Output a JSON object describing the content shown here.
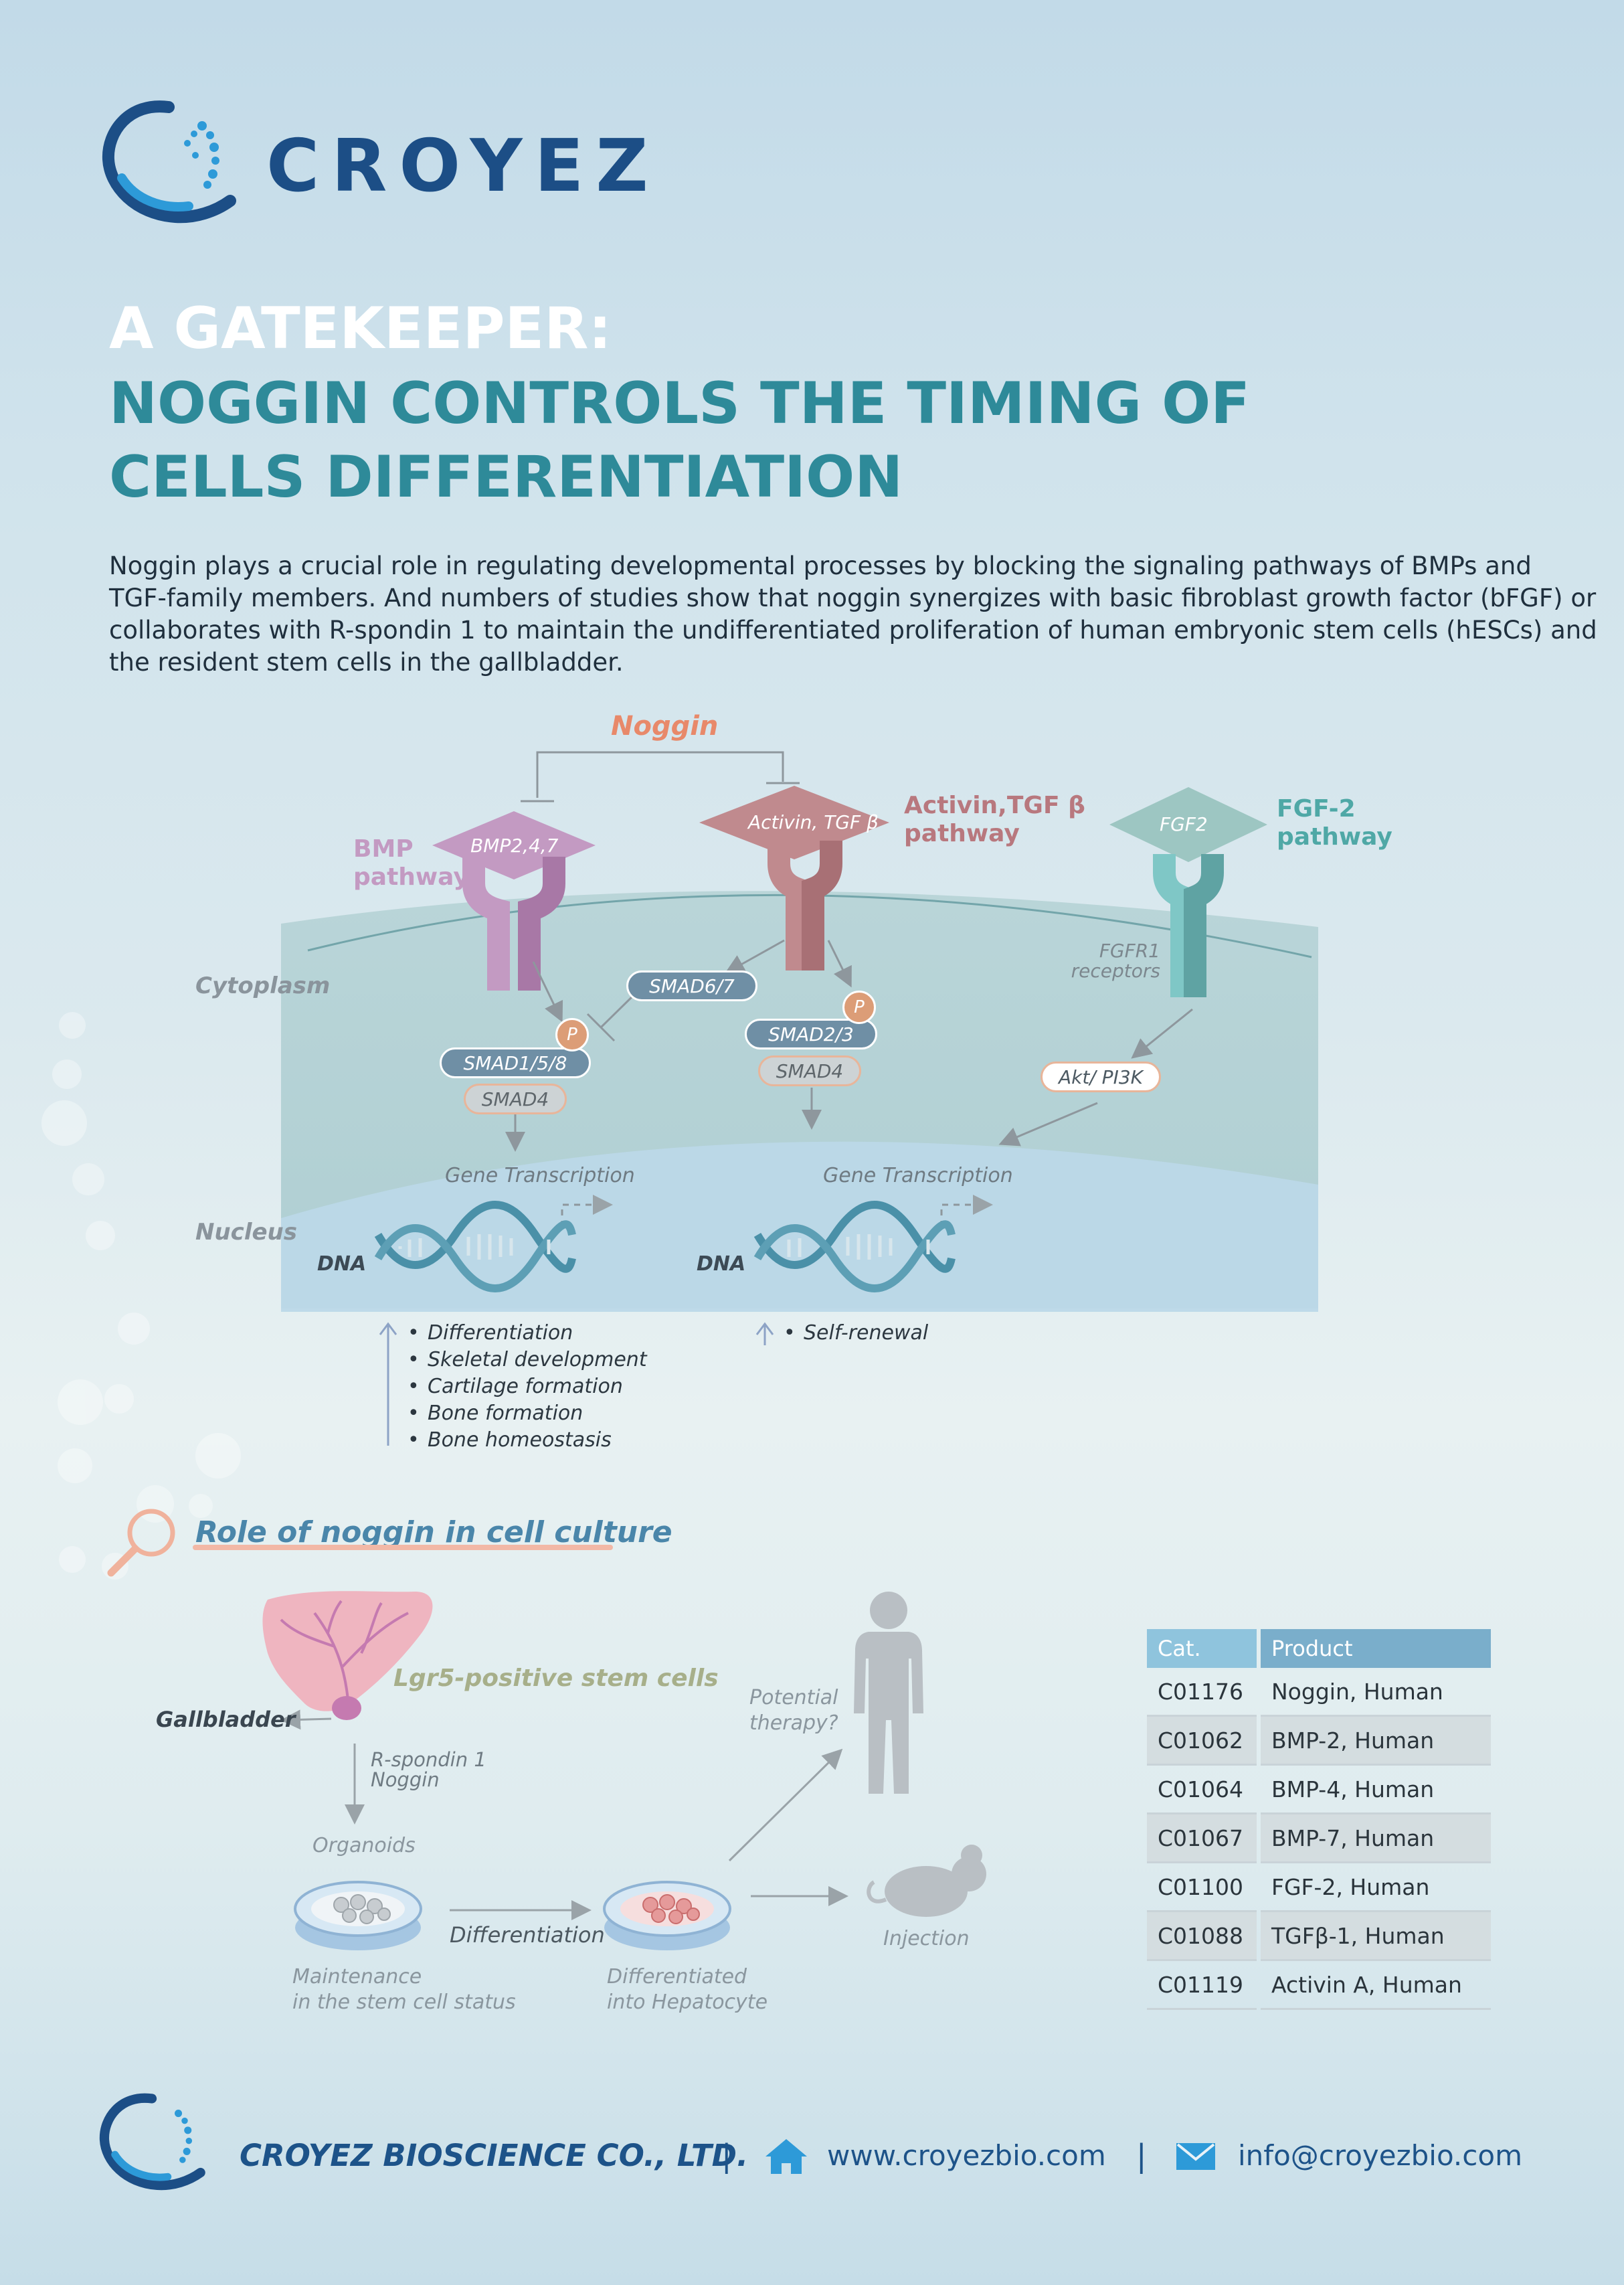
{
  "brand": {
    "name": "CROYEZ"
  },
  "title": {
    "line1": "A GATEKEEPER:",
    "line2": "NOGGIN CONTROLS THE TIMING OF",
    "line3": "CELLS DIFFERENTIATION"
  },
  "intro": [
    "Noggin plays a crucial role in regulating developmental processes by blocking the signaling pathways of BMPs and",
    "TGF-family members.  And numbers of studies show that noggin synergizes with basic fibroblast growth factor (bFGF) or",
    "collaborates with R-spondin 1 to maintain the undifferentiated proliferation of human embryonic stem cells (hESCs) and",
    "the resident stem cells in the gallbladder."
  ],
  "diagram": {
    "noggin": "Noggin",
    "regions": {
      "cytoplasm": "Cytoplasm",
      "nucleus": "Nucleus"
    },
    "bmp": {
      "ligand": "BMP2,4,7",
      "label_1": "BMP",
      "label_2": "pathway",
      "color": "#c39ac2"
    },
    "activin": {
      "ligand": "Activin, TGF β",
      "label_1": "Activin,TGF β",
      "label_2": "pathway",
      "color": "#c08a8e"
    },
    "fgf": {
      "ligand": "FGF2",
      "label_1": "FGF-2",
      "label_2": "pathway",
      "receptor_1": "FGFR1",
      "receptor_2": "receptors",
      "color": "#5fb0ad"
    },
    "smad67": "SMAD6/7",
    "smad158": "SMAD1/5/8",
    "smad23": "SMAD2/3",
    "smad4_left": "SMAD4",
    "smad4_right": "SMAD4",
    "akt": "Akt/ PI3K",
    "p_left": "P",
    "p_right": "P",
    "gene_left": "Gene Transcription",
    "gene_right": "Gene Transcription",
    "dna_left": "DNA",
    "dna_right": "DNA",
    "outcomes_left": [
      "Differentiation",
      "Skeletal development",
      "Cartilage formation",
      "Bone formation",
      "Bone homeostasis"
    ],
    "outcomes_right": [
      "Self-renewal"
    ]
  },
  "culture": {
    "title": "Role of noggin in cell culture",
    "lgr5": "Lgr5-positive stem cells",
    "gallbladder": "Gallbladder",
    "factor_1": "R-spondin 1",
    "factor_2": "Noggin",
    "organoids": "Organoids",
    "differentiation": "Differentiation",
    "maintenance_1": "Maintenance",
    "maintenance_2": "in the stem cell status",
    "differentiated_1": "Differentiated",
    "differentiated_2": "into Hepatocyte",
    "potential_1": "Potential",
    "potential_2": "therapy?",
    "injection": "Injection"
  },
  "table": {
    "headers": {
      "cat": "Cat.",
      "product": "Product"
    },
    "rows": [
      {
        "cat": "C01176",
        "product": "Noggin, Human"
      },
      {
        "cat": "C01062",
        "product": "BMP-2, Human"
      },
      {
        "cat": "C01064",
        "product": "BMP-4, Human"
      },
      {
        "cat": "C01067",
        "product": "BMP-7, Human"
      },
      {
        "cat": "C01100",
        "product": "FGF-2, Human"
      },
      {
        "cat": "C01088",
        "product": "TGFβ-1, Human"
      },
      {
        "cat": "C01119",
        "product": "Activin A, Human"
      }
    ]
  },
  "footer": {
    "company": "CROYEZ BIOSCIENCE CO., LTD.",
    "separator": "|",
    "website": "www.croyezbio.com",
    "email": "info@croyezbio.com",
    "icons": [
      "house-icon",
      "mail-icon"
    ]
  }
}
